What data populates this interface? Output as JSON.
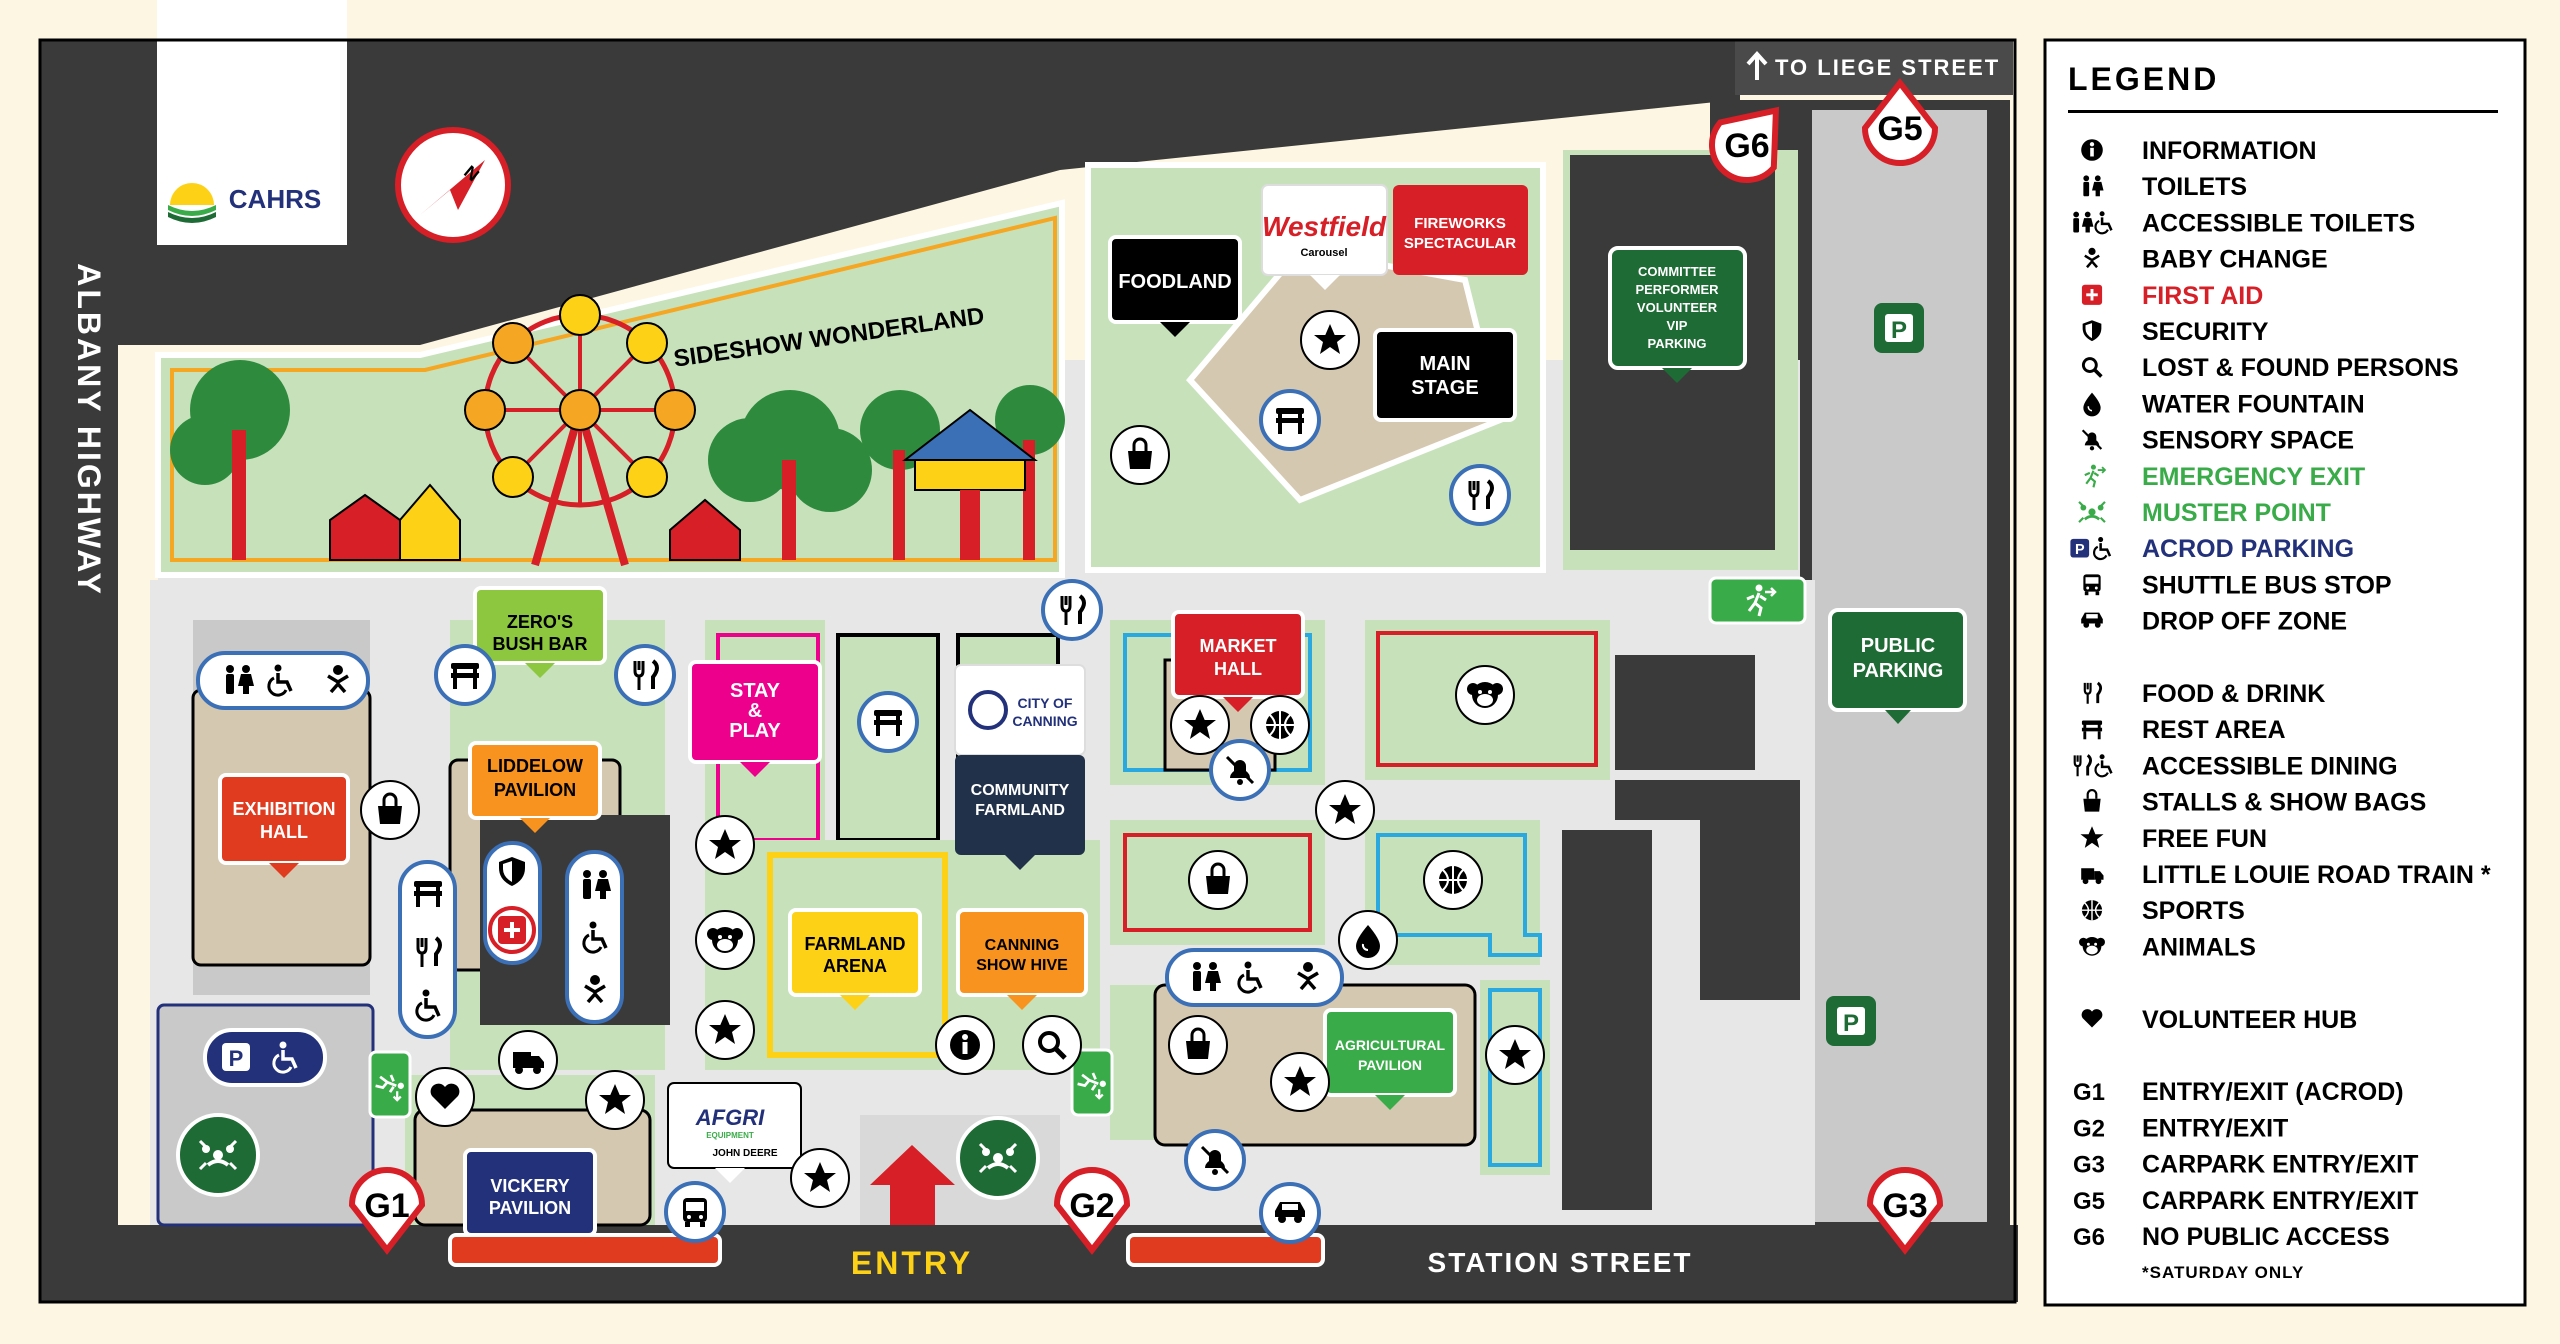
{
  "logo": {
    "text": "CAHRS"
  },
  "streets": {
    "albany": "ALBANY HIGHWAY",
    "station": "STATION STREET",
    "liege": "TO LIEGE   STREET"
  },
  "areas": {
    "sideshow": "SIDESHOW WONDERLAND",
    "foodland": "FOODLAND",
    "westfield": "Westfield",
    "westfield_sub": "Carousel",
    "fireworks_1": "FIREWORKS",
    "fireworks_2": "SPECTACULAR",
    "main_stage_1": "MAIN",
    "main_stage_2": "STAGE",
    "committee_1": "COMMITTEE",
    "committee_2": "PERFORMER",
    "committee_3": "VOLUNTEER",
    "committee_4": "VIP",
    "committee_5": "PARKING",
    "public_parking_1": "PUBLIC",
    "public_parking_2": "PARKING",
    "zeros_1": "ZERO'S",
    "zeros_2": "BUSH BAR",
    "liddelow_1": "LIDDELOW",
    "liddelow_2": "PAVILION",
    "exhibition_1": "EXHIBITION",
    "exhibition_2": "HALL",
    "stay_1": "STAY",
    "stay_2": "&",
    "stay_3": "PLAY",
    "canning_1": "CITY OF",
    "canning_2": "CANNING",
    "community_1": "COMMUNITY",
    "community_2": "FARMLAND",
    "market_1": "MARKET",
    "market_2": "HALL",
    "farmland_1": "FARMLAND",
    "farmland_2": "ARENA",
    "hive_1": "CANNING",
    "hive_2": "SHOW HIVE",
    "agri_1": "AGRICULTURAL",
    "agri_2": "PAVILION",
    "vickery_1": "VICKERY",
    "vickery_2": "PAVILION",
    "afgri": "AFGRI",
    "afgri_sub": "EQUIPMENT",
    "john_deere": "JOHN DEERE",
    "entry": "ENTRY"
  },
  "gates": {
    "g1": "G1",
    "g2": "G2",
    "g3": "G3",
    "g5": "G5",
    "g6": "G6"
  },
  "parking_p": "P",
  "legend": {
    "title": "LEGEND",
    "items": [
      {
        "label": "INFORMATION",
        "icon": "info-icon",
        "color": "#000000"
      },
      {
        "label": "TOILETS",
        "icon": "toilets-icon",
        "color": "#000000"
      },
      {
        "label": "ACCESSIBLE TOILETS",
        "icon": "accessible-toilets-icon",
        "color": "#000000"
      },
      {
        "label": "BABY CHANGE",
        "icon": "baby-icon",
        "color": "#000000"
      },
      {
        "label": "FIRST AID",
        "icon": "first-aid-icon",
        "color": "#d61f26"
      },
      {
        "label": "SECURITY",
        "icon": "security-icon",
        "color": "#000000"
      },
      {
        "label": "LOST & FOUND PERSONS",
        "icon": "search-icon",
        "color": "#000000"
      },
      {
        "label": "WATER FOUNTAIN",
        "icon": "water-drop-icon",
        "color": "#000000"
      },
      {
        "label": "SENSORY SPACE",
        "icon": "sensory-icon",
        "color": "#000000"
      },
      {
        "label": "EMERGENCY EXIT",
        "icon": "exit-icon",
        "color": "#3aab49"
      },
      {
        "label": "MUSTER POINT",
        "icon": "muster-icon",
        "color": "#3aab49"
      },
      {
        "label": "ACROD PARKING",
        "icon": "acrod-icon",
        "color": "#22317a"
      },
      {
        "label": "SHUTTLE BUS STOP",
        "icon": "bus-icon",
        "color": "#000000"
      },
      {
        "label": "DROP OFF ZONE",
        "icon": "car-icon",
        "color": "#000000"
      },
      {
        "label": "FOOD & DRINK",
        "icon": "food-icon",
        "color": "#000000"
      },
      {
        "label": "REST AREA",
        "icon": "bench-icon",
        "color": "#000000"
      },
      {
        "label": "ACCESSIBLE DINING",
        "icon": "accessible-dining-icon",
        "color": "#000000"
      },
      {
        "label": "STALLS & SHOW BAGS",
        "icon": "bag-icon",
        "color": "#000000"
      },
      {
        "label": "FREE FUN",
        "icon": "star-icon",
        "color": "#000000"
      },
      {
        "label": "LITTLE LOUIE ROAD TRAIN *",
        "icon": "train-icon",
        "color": "#000000"
      },
      {
        "label": "SPORTS",
        "icon": "ball-icon",
        "color": "#000000"
      },
      {
        "label": "ANIMALS",
        "icon": "animal-icon",
        "color": "#000000"
      },
      {
        "label": "VOLUNTEER HUB",
        "icon": "heart-icon",
        "color": "#000000"
      },
      {
        "label": "ENTRY/EXIT (ACROD)",
        "code": "G1",
        "color": "#000000"
      },
      {
        "label": "ENTRY/EXIT",
        "code": "G2",
        "color": "#000000"
      },
      {
        "label": "CARPARK ENTRY/EXIT",
        "code": "G3",
        "color": "#000000"
      },
      {
        "label": "CARPARK ENTRY/EXIT",
        "code": "G5",
        "color": "#000000"
      },
      {
        "label": "NO PUBLIC ACCESS",
        "code": "G6",
        "color": "#000000"
      }
    ],
    "note": "*SATURDAY ONLY"
  },
  "colors": {
    "road": "#3a3a3a",
    "grass": "#c7e2bb",
    "sand": "#d5c8b0",
    "path": "#e7e7e7",
    "red": "#d61f26",
    "green": "#1f6b35",
    "navy": "#22317a"
  }
}
